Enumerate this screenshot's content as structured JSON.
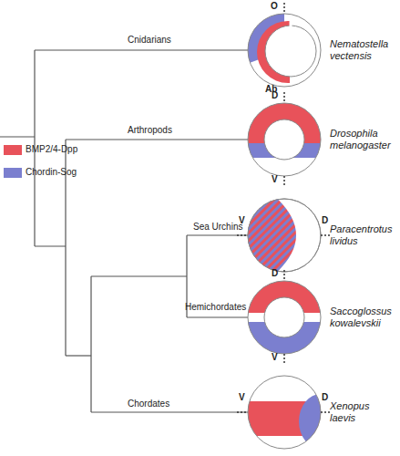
{
  "diagram": {
    "labels": [
      "Cnidarians",
      "O",
      "Ab",
      "Nematostella vectensis",
      "Arthropods",
      "D",
      "V",
      "Drosophila melanogaster",
      "Sea Urchins",
      "V",
      "D",
      "Paracentrotus lividus",
      "Hemichordates",
      "D",
      "V",
      "Saccoglossus kowalevskii",
      "Chordates",
      "V",
      "D",
      "Xenopus laevis"
    ],
    "legend": [
      {
        "text": "BMP2/4-Dpp",
        "color": "#e8525a"
      },
      {
        "text": "Chordin-Sog",
        "color": "#7b7fcf"
      }
    ]
  }
}
